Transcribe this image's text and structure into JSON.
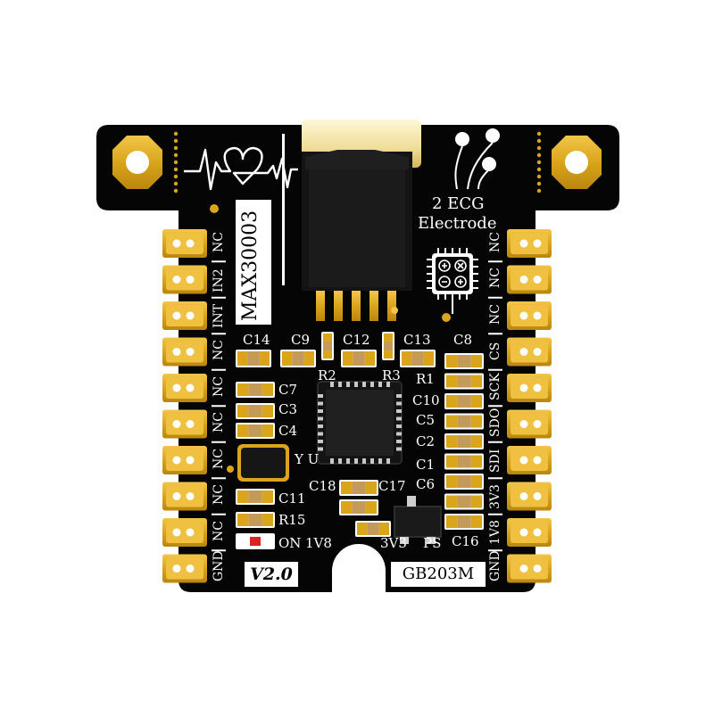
{
  "board": {
    "chip_label": "MAX30003",
    "version_label": "V2.0",
    "model_label": "GB203M",
    "ecg_title_line1": "2 ECG",
    "ecg_title_line2": "Electrode"
  },
  "left_pins": [
    "NC",
    "IN2",
    "INT",
    "NC",
    "NC",
    "NC",
    "NC",
    "NC",
    "NC",
    "GND"
  ],
  "right_pins": [
    "NC",
    "NC",
    "NC",
    "CS",
    "SCK",
    "SDO",
    "SDI",
    "3V3",
    "1V8",
    "GND"
  ],
  "components": {
    "c14": "C14",
    "c9": "C9",
    "c12": "C12",
    "c13": "C13",
    "c8": "C8",
    "r2": "R2",
    "r3": "R3",
    "r1": "R1",
    "c7": "C7",
    "c3": "C3",
    "c4": "C4",
    "c10": "C10",
    "c5": "C5",
    "c2": "C2",
    "c1": "C1",
    "c6": "C6",
    "c18": "C18",
    "c17": "C17",
    "c11": "C11",
    "r15": "R15",
    "c16": "C16",
    "yu": "Y U",
    "on": "ON",
    "v1v8": "1V8",
    "v3v3": "3V3",
    "ps": "PS"
  },
  "colors": {
    "pcb": "#050505",
    "gold": "#d9a51b",
    "silkscreen": "#ffffff",
    "connector_cap": "#f2e7b0"
  }
}
